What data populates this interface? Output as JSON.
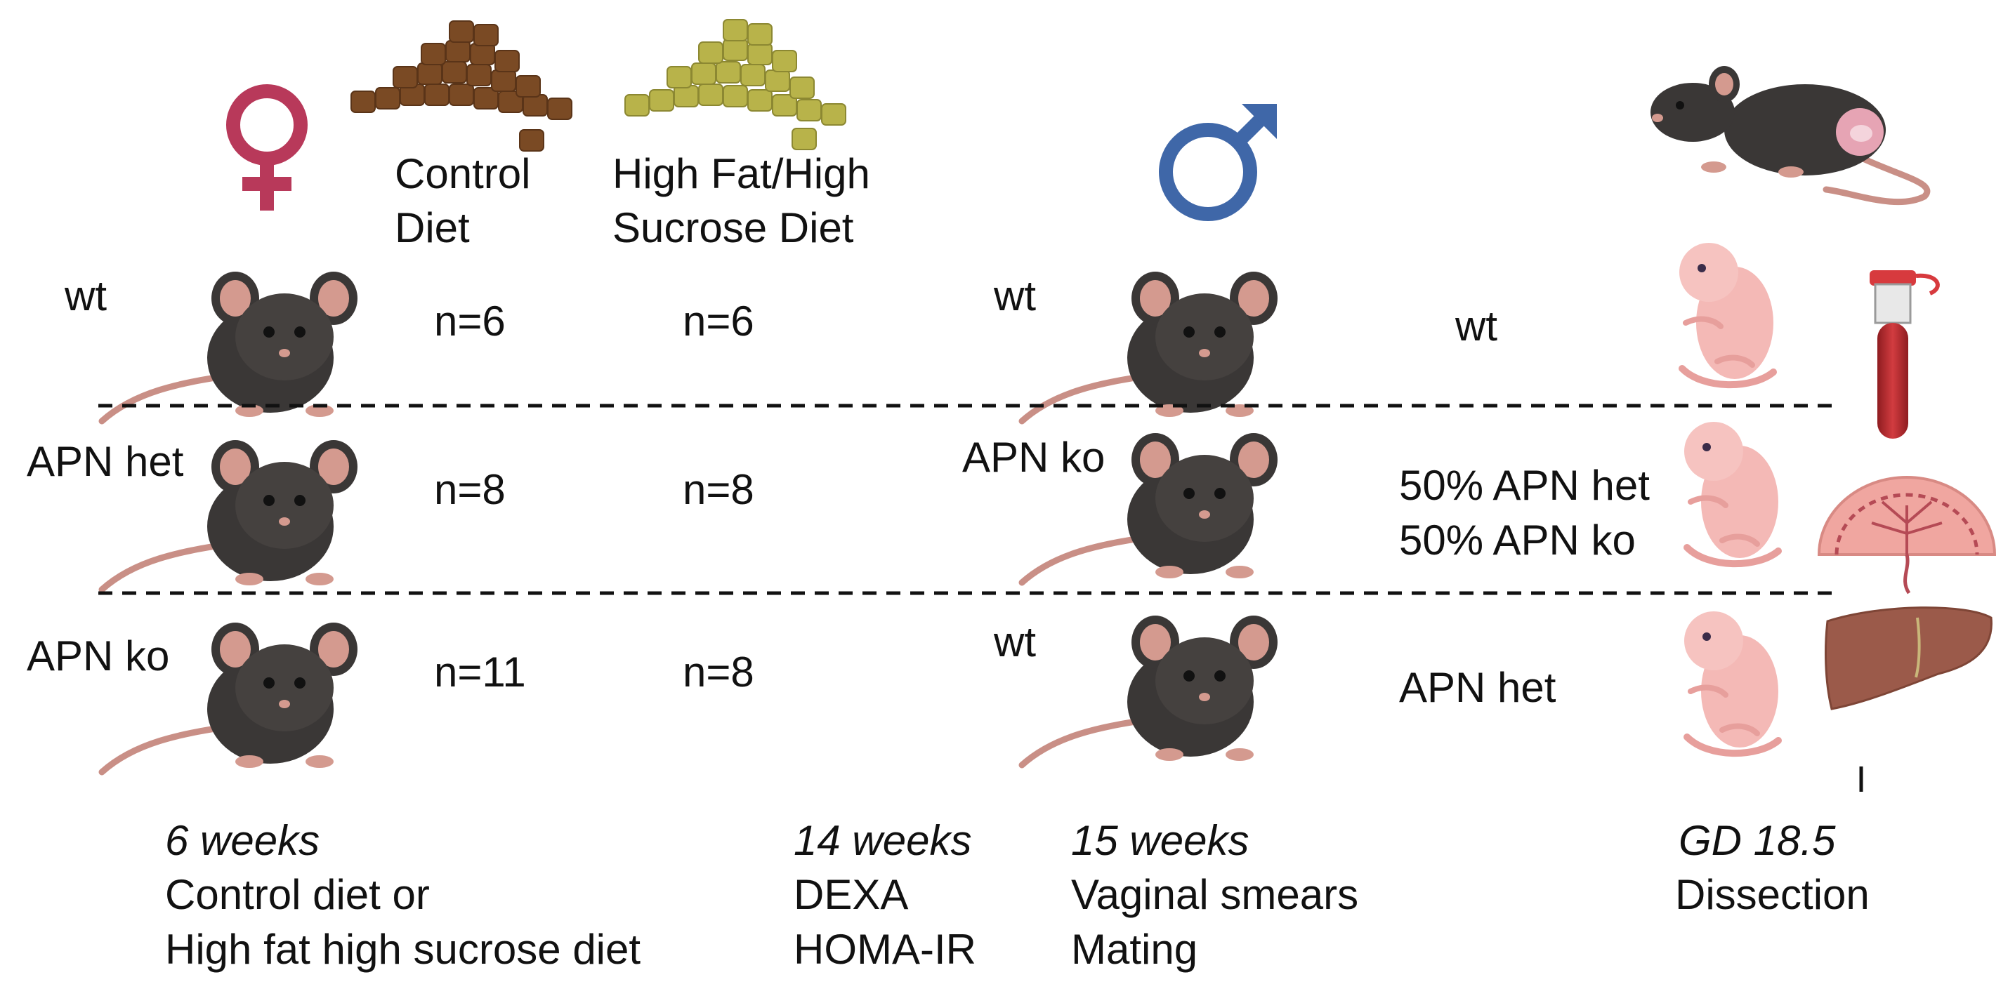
{
  "diets": {
    "control": [
      "Control",
      "Diet"
    ],
    "hfhs": [
      "High Fat/High",
      "Sucrose Diet"
    ]
  },
  "rows": [
    {
      "female_genotype": "wt",
      "n_control": "n=6",
      "n_hfhs": "n=6",
      "male_genotype": "wt",
      "offspring": [
        "wt"
      ]
    },
    {
      "female_genotype": "APN het",
      "n_control": "n=8",
      "n_hfhs": "n=8",
      "male_genotype": "APN ko",
      "offspring": [
        "50% APN het",
        "50% APN ko"
      ]
    },
    {
      "female_genotype": "APN ko",
      "n_control": "n=11",
      "n_hfhs": "n=8",
      "male_genotype": "wt",
      "offspring": [
        "APN het"
      ]
    }
  ],
  "timeline": [
    {
      "time": "6 weeks",
      "lines": [
        "Control diet or",
        "High fat high sucrose diet"
      ]
    },
    {
      "time": "14 weeks",
      "lines": [
        "DEXA",
        "HOMA-IR"
      ]
    },
    {
      "time": "15 weeks",
      "lines": [
        "Vaginal smears",
        "Mating"
      ]
    },
    {
      "time": "GD 18.5",
      "lines": [
        "Dissection"
      ]
    }
  ],
  "colors": {
    "female_symbol": "#b8395a",
    "male_symbol": "#3f67a8",
    "control_pellets": "#7a4a24",
    "hfhs_pellets": "#b8b34a",
    "mouse_body": "#3a3736",
    "mouse_ear": "#d49a8f",
    "pup": "#f4b9b6",
    "blood": "#c0282d",
    "liver": "#9b5a4a",
    "placenta": "#f0a6a0"
  },
  "icons": [
    "female-symbol-icon",
    "male-symbol-icon",
    "control-diet-pellets-icon",
    "hfhs-diet-pellets-icon",
    "mouse-icon",
    "pregnant-mouse-icon",
    "embryo-pup-icon",
    "blood-tube-icon",
    "placenta-icon",
    "liver-icon"
  ]
}
